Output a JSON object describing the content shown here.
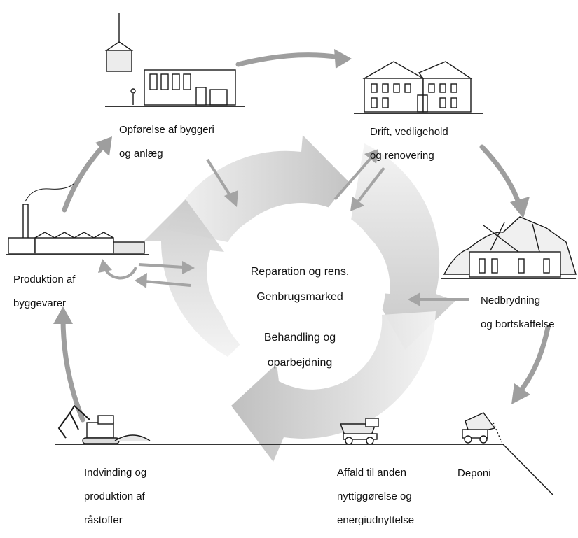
{
  "stages": {
    "construction": {
      "line1": "Opførelse af byggeri",
      "line2": "og anlæg"
    },
    "operation": {
      "line1": "Drift, vedligehold",
      "line2": "og renovering"
    },
    "demolition": {
      "line1": "Nedbrydning",
      "line2": "og bortskaffelse"
    },
    "landfill": {
      "line1": "Deponi"
    },
    "recovery": {
      "line1": "Affald til anden",
      "line2": "nyttiggørelse og",
      "line3": "energiudnyttelse"
    },
    "extraction": {
      "line1": "Indvinding og",
      "line2": "produktion af",
      "line3": "råstoffer"
    },
    "production": {
      "line1": "Produktion af",
      "line2": "byggevarer"
    }
  },
  "center": {
    "repair": {
      "line1": "Reparation og rens.",
      "line2": "Genbrugsmarked"
    },
    "treatment": {
      "line1": "Behandling og",
      "line2": "oparbejdning"
    }
  },
  "colors": {
    "arrow": "#9e9e9e",
    "ring_dark": "#b4b4b4",
    "ring_light": "#ececec",
    "line": "#1a1a1a"
  }
}
